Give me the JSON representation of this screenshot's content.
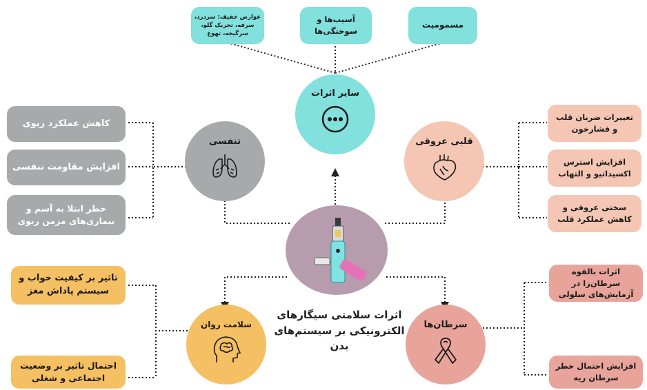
{
  "title_line1": "اثرات سلامتی سیگارهای",
  "title_line2": "الکترونیکی بر سیستم‌های بدن",
  "colors": {
    "teal": "#82e0dd",
    "grey": "#a7a9ab",
    "peach": "#f4c6b3",
    "gold": "#f5bf63",
    "rose": "#e8a49b",
    "center": "#b79cae"
  },
  "nodes": {
    "other": {
      "label": "سایر اثرات",
      "icon": "more-dots-icon"
    },
    "respiratory": {
      "label": "تنفسی",
      "icon": "lungs-icon"
    },
    "cardio": {
      "label": "قلبی عروقی",
      "icon": "heart-icon"
    },
    "mental": {
      "label": "سلامت روان",
      "icon": "brain-head-icon"
    },
    "cancer": {
      "label": "سرطان‌ها",
      "icon": "ribbon-icon"
    },
    "center": {
      "icon": "vape-device-icon"
    }
  },
  "boxes": {
    "other_1": "عوارض خفیف: سردرد، سرفه، تحریک گلو، سرگیجه، تهوع",
    "other_2": "آسیب‌ها و سوختگی‌ها",
    "other_3": "مسمومیت",
    "resp_1": "کاهش عملکرد ریوی",
    "resp_2": "افزایش مقاومت تنفسی",
    "resp_3": "خطر ابتلا به آسم و بیماری‌های مزمن ریوی",
    "cardio_1": "تغییرات ضربان قلب و فشارخون",
    "cardio_2": "افزایش استرس اکسیداتیو و التهاب",
    "cardio_3": "سختی عروقی و کاهش عملکرد قلب",
    "mental_1": "تاثیر بر کیفیت خواب و سیستم پاداش مغز",
    "mental_2": "احتمال تاثیر بر وضعیت اجتماعی و شغلی",
    "cancer_1": "اثرات بالقوه سرطان‌زا در آزمایش‌های سلولی",
    "cancer_2": "افزایش احتمال خطر سرطان ریه"
  }
}
